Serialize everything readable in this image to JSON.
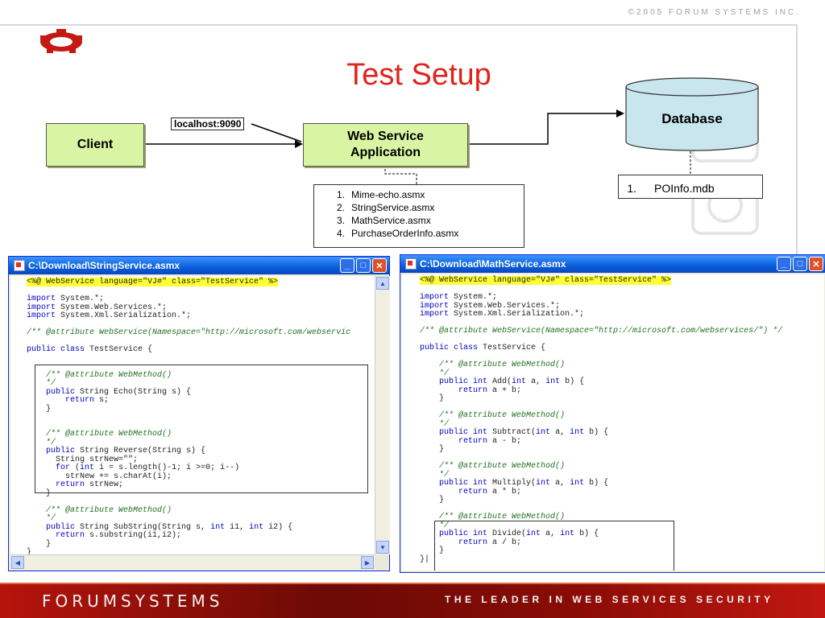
{
  "header": {
    "copyright": "©2005 FORUM SYSTEMS INC.",
    "title": "Test Setup"
  },
  "diagram": {
    "client_label": "Client",
    "host_label": "localhost:9090",
    "webservice_label_1": "Web Service",
    "webservice_label_2": "Application",
    "database_label": "Database",
    "services": [
      {
        "num": "1.",
        "name": "Mime-echo.asmx"
      },
      {
        "num": "2.",
        "name": "StringService.asmx"
      },
      {
        "num": "3.",
        "name": "MathService.asmx"
      },
      {
        "num": "4.",
        "name": "PurchaseOrderInfo.asmx"
      }
    ],
    "db_files": [
      {
        "num": "1.",
        "name": "POInfo.mdb"
      }
    ]
  },
  "windows": {
    "left": {
      "title": "C:\\Download\\StringService.asmx"
    },
    "right": {
      "title": "C:\\Download\\MathService.asmx"
    }
  },
  "footer": {
    "logo": "FORUMSYSTEMS",
    "tagline": "THE LEADER IN WEB SERVICES SECURITY"
  },
  "colors": {
    "title": "#e0231c",
    "node_fill": "#d9f5a3",
    "database_fill": "#c9e6ee",
    "footer": "#8a0c06",
    "window_titlebar": "#0a5fd8"
  },
  "icons": [
    "forum-systems-logo-icon",
    "window-icon",
    "minimize-icon",
    "maximize-icon",
    "close-icon",
    "scroll-up-icon",
    "scroll-down-icon",
    "scroll-left-icon",
    "scroll-right-icon"
  ]
}
